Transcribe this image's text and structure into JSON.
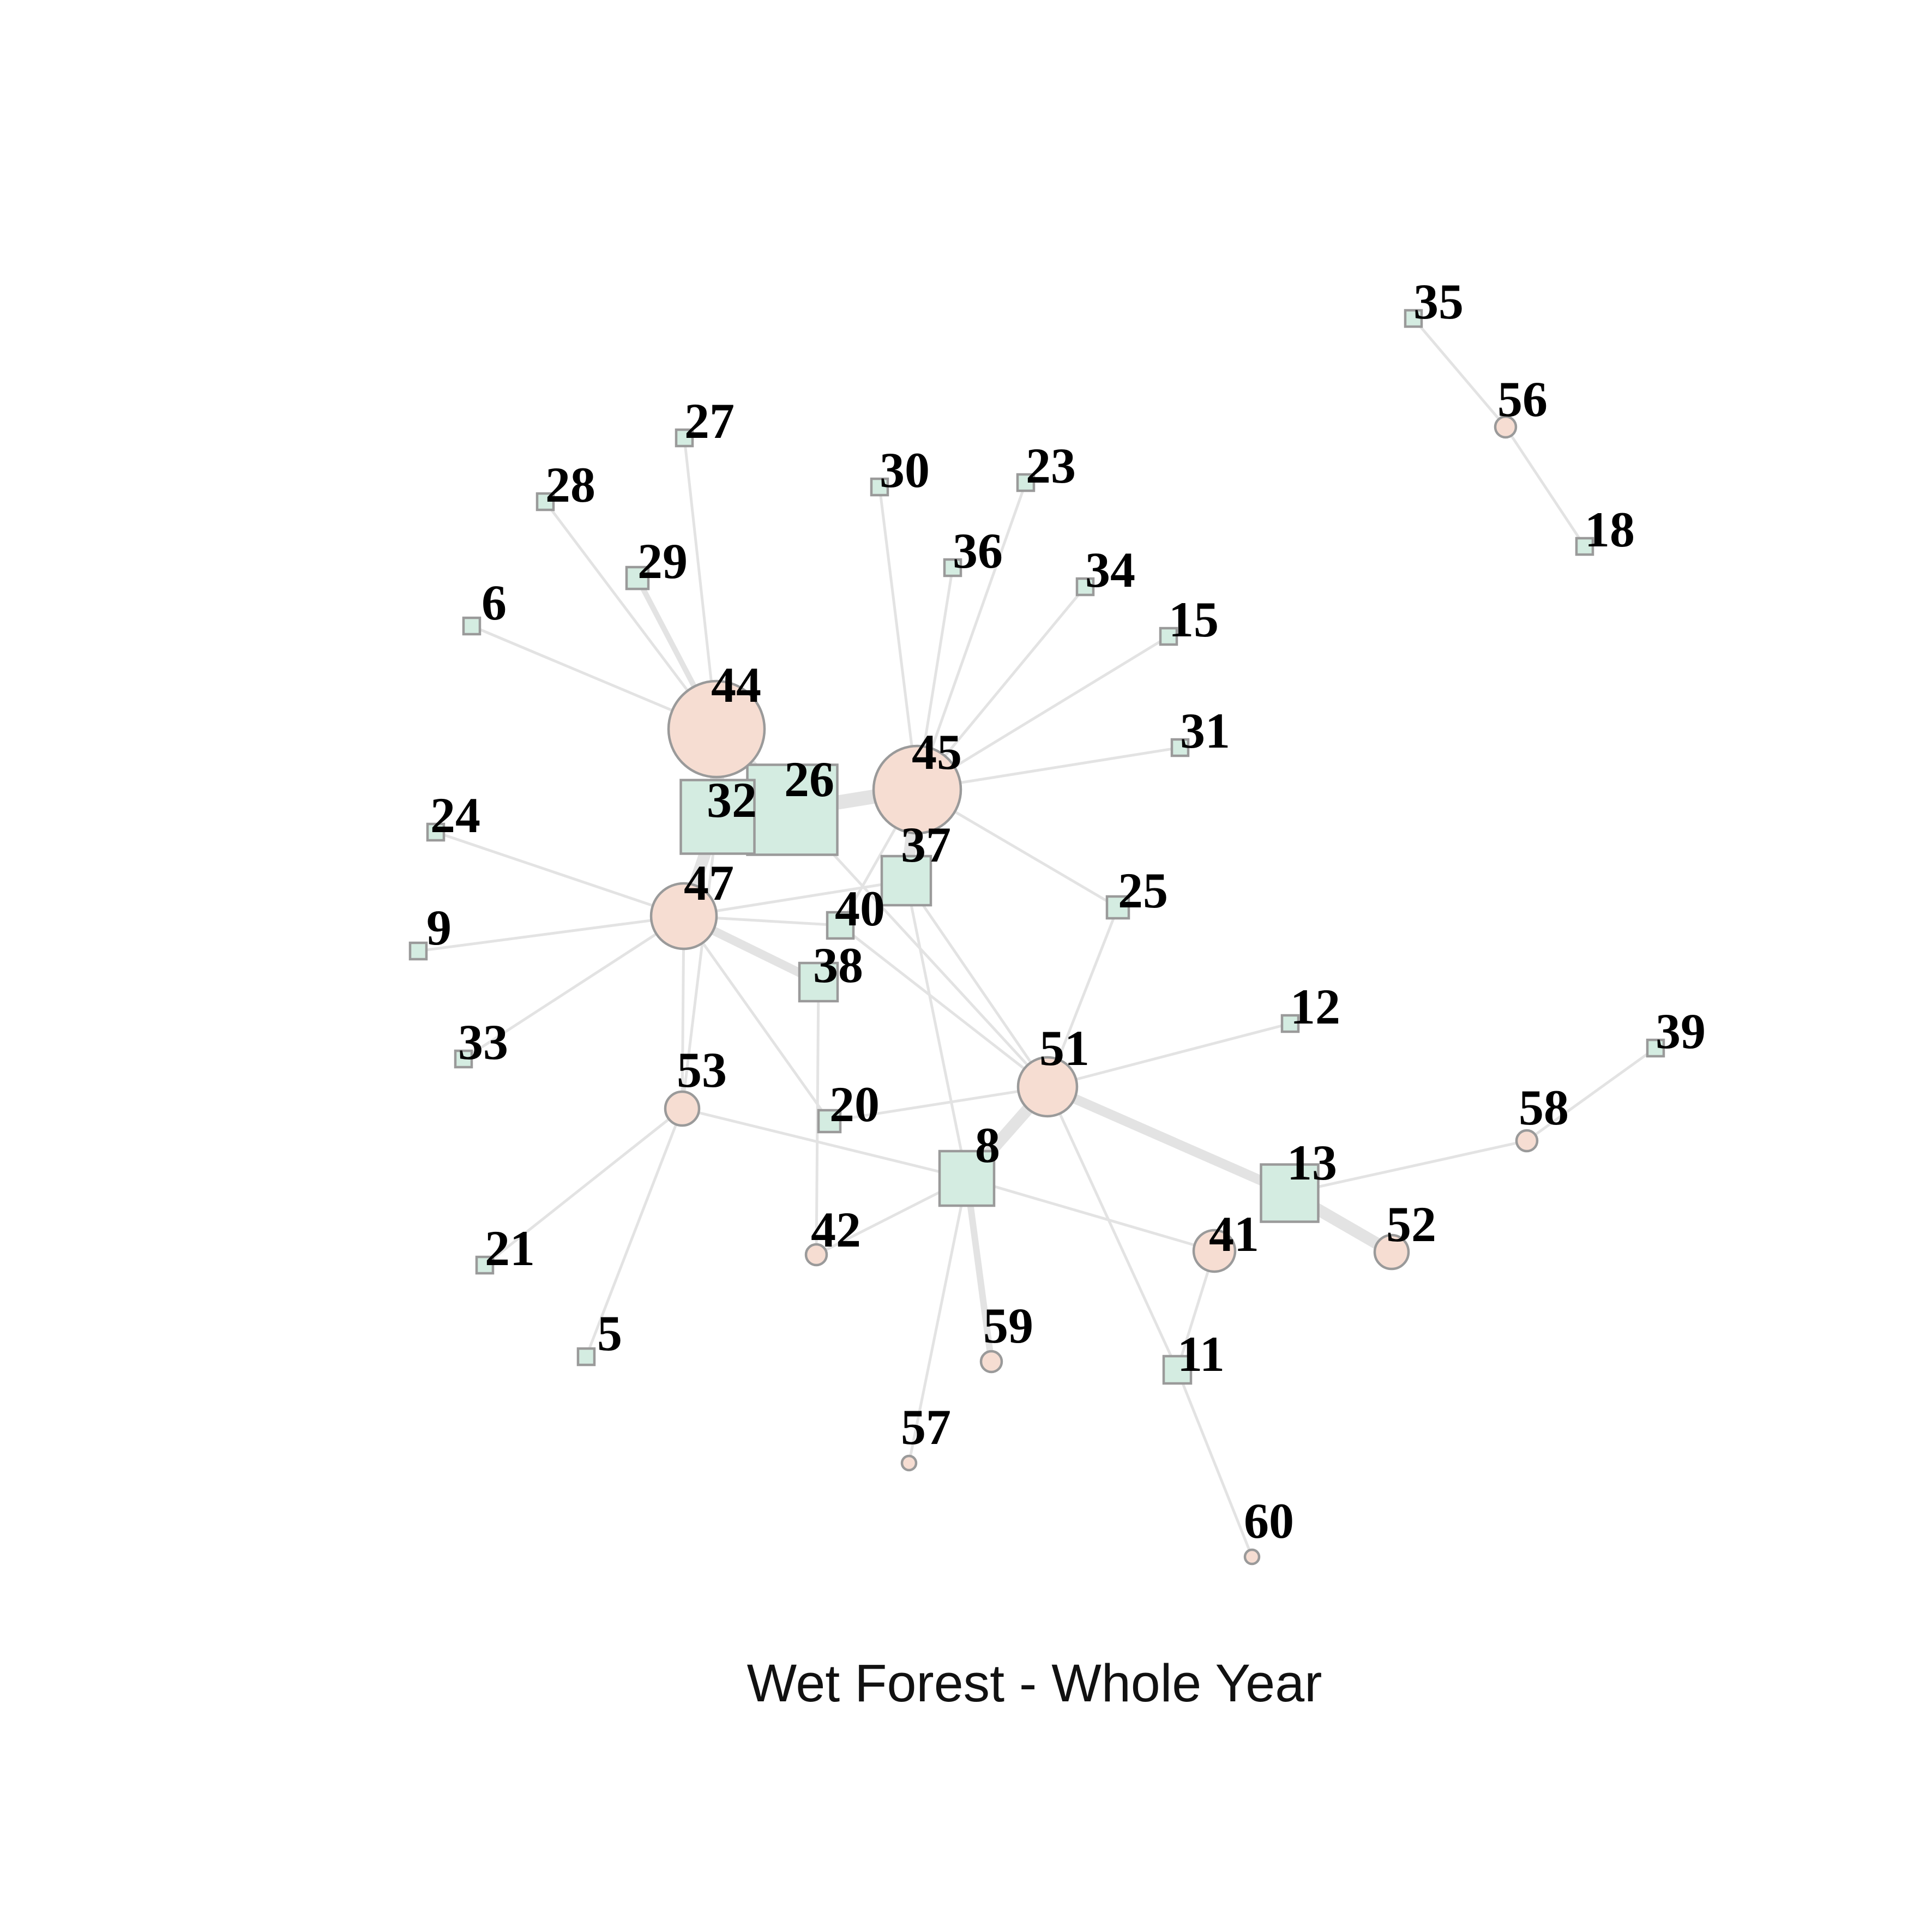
{
  "caption": "Wet Forest - Whole Year",
  "colors": {
    "square_fill": "#d4ece1",
    "circle_fill": "#f6ddd2",
    "node_stroke": "#9a9a9a",
    "edge": "#e3e3e3"
  },
  "nodes": [
    {
      "id": "5",
      "shape": "square"
    },
    {
      "id": "6",
      "shape": "square"
    },
    {
      "id": "8",
      "shape": "square"
    },
    {
      "id": "9",
      "shape": "square"
    },
    {
      "id": "11",
      "shape": "square"
    },
    {
      "id": "12",
      "shape": "square"
    },
    {
      "id": "13",
      "shape": "square"
    },
    {
      "id": "15",
      "shape": "square"
    },
    {
      "id": "18",
      "shape": "square"
    },
    {
      "id": "20",
      "shape": "square"
    },
    {
      "id": "21",
      "shape": "square"
    },
    {
      "id": "23",
      "shape": "square"
    },
    {
      "id": "24",
      "shape": "square"
    },
    {
      "id": "25",
      "shape": "square"
    },
    {
      "id": "26",
      "shape": "square"
    },
    {
      "id": "27",
      "shape": "square"
    },
    {
      "id": "28",
      "shape": "square"
    },
    {
      "id": "29",
      "shape": "square"
    },
    {
      "id": "30",
      "shape": "square"
    },
    {
      "id": "31",
      "shape": "square"
    },
    {
      "id": "32",
      "shape": "square"
    },
    {
      "id": "33",
      "shape": "square"
    },
    {
      "id": "34",
      "shape": "square"
    },
    {
      "id": "35",
      "shape": "square"
    },
    {
      "id": "36",
      "shape": "square"
    },
    {
      "id": "37",
      "shape": "square"
    },
    {
      "id": "38",
      "shape": "square"
    },
    {
      "id": "39",
      "shape": "square"
    },
    {
      "id": "40",
      "shape": "square"
    },
    {
      "id": "41",
      "shape": "circle"
    },
    {
      "id": "42",
      "shape": "circle"
    },
    {
      "id": "44",
      "shape": "circle"
    },
    {
      "id": "45",
      "shape": "circle"
    },
    {
      "id": "47",
      "shape": "circle"
    },
    {
      "id": "51",
      "shape": "circle"
    },
    {
      "id": "52",
      "shape": "circle"
    },
    {
      "id": "53",
      "shape": "circle"
    },
    {
      "id": "56",
      "shape": "circle"
    },
    {
      "id": "57",
      "shape": "circle"
    },
    {
      "id": "58",
      "shape": "circle"
    },
    {
      "id": "59",
      "shape": "circle"
    },
    {
      "id": "60",
      "shape": "circle"
    }
  ],
  "edges": [
    [
      "44",
      "27"
    ],
    [
      "44",
      "28"
    ],
    [
      "44",
      "29"
    ],
    [
      "44",
      "6"
    ],
    [
      "44",
      "32"
    ],
    [
      "44",
      "26"
    ],
    [
      "45",
      "30"
    ],
    [
      "45",
      "23"
    ],
    [
      "45",
      "36"
    ],
    [
      "45",
      "34"
    ],
    [
      "45",
      "15"
    ],
    [
      "45",
      "31"
    ],
    [
      "45",
      "25"
    ],
    [
      "45",
      "26"
    ],
    [
      "45",
      "37"
    ],
    [
      "45",
      "40"
    ],
    [
      "47",
      "24"
    ],
    [
      "47",
      "9"
    ],
    [
      "47",
      "33"
    ],
    [
      "47",
      "32"
    ],
    [
      "47",
      "38"
    ],
    [
      "47",
      "40"
    ],
    [
      "47",
      "37"
    ],
    [
      "47",
      "53"
    ],
    [
      "47",
      "20"
    ],
    [
      "53",
      "32"
    ],
    [
      "53",
      "21"
    ],
    [
      "53",
      "5"
    ],
    [
      "53",
      "8"
    ],
    [
      "51",
      "26"
    ],
    [
      "51",
      "40"
    ],
    [
      "51",
      "37"
    ],
    [
      "51",
      "25"
    ],
    [
      "51",
      "12"
    ],
    [
      "51",
      "20"
    ],
    [
      "51",
      "8"
    ],
    [
      "51",
      "13"
    ],
    [
      "51",
      "11"
    ],
    [
      "38",
      "42"
    ],
    [
      "37",
      "8"
    ],
    [
      "8",
      "42"
    ],
    [
      "8",
      "59"
    ],
    [
      "8",
      "57"
    ],
    [
      "8",
      "41"
    ],
    [
      "13",
      "58"
    ],
    [
      "13",
      "52"
    ],
    [
      "41",
      "11"
    ],
    [
      "11",
      "60"
    ],
    [
      "58",
      "39"
    ],
    [
      "35",
      "56"
    ],
    [
      "56",
      "18"
    ]
  ]
}
